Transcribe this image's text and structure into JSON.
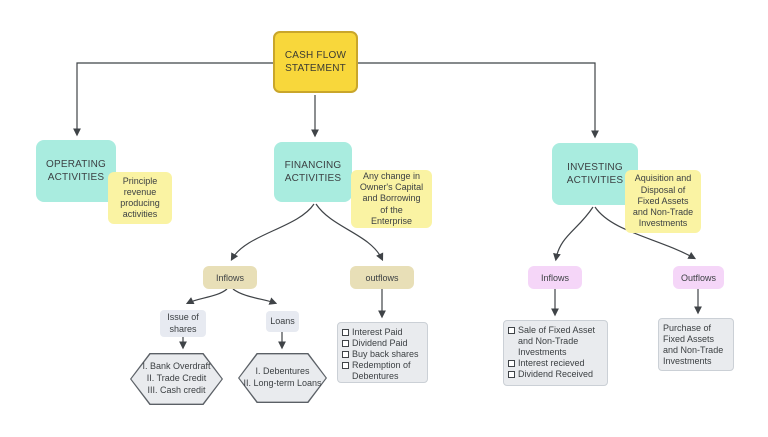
{
  "root": {
    "label": "CASH FLOW\nSTATEMENT"
  },
  "operating": {
    "label": "OPERATING\nACTIVITIES",
    "note": "Principle\nrevenue\nproducing\nactivities"
  },
  "financing": {
    "label": "FINANCING\nACTIVITIES",
    "note": "Any change in\nOwner's Capital\nand Borrowing\nof the\nEnterprise",
    "inflows": {
      "label": "Inflows",
      "issue_of_shares": {
        "label": "Issue of\nshares",
        "detail": "I. Bank Overdraft\nII. Trade Credit\nIII. Cash credit"
      },
      "loans": {
        "label": "Loans",
        "detail": "I.  Debentures\nII. Long-term Loans"
      }
    },
    "outflows": {
      "label": "outflows",
      "items": [
        "Interest Paid",
        "Dividend Paid",
        "Buy back shares",
        "Redemption of\nDebentures"
      ]
    }
  },
  "investing": {
    "label": "INVESTING\nACTIVITIES",
    "note": "Aquisition and\nDisposal of\nFixed Assets\nand Non-Trade\nInvestments",
    "inflows": {
      "label": "Inflows",
      "items": [
        "Sale of Fixed Asset\nand Non-Trade\nInvestments",
        "Interest recieved",
        "Dividend Received"
      ]
    },
    "outflows": {
      "label": "Outflows",
      "detail": "Purchase of\nFixed Assets\nand Non-Trade\nInvestments"
    }
  },
  "colors": {
    "node_yellow": "#F8D73B",
    "node_yellow_border": "#C9A62B",
    "teal": "#A9ECDF",
    "note_yellow": "#FAF3A3",
    "tan": "#E8DFB7",
    "pink": "#F5D6F8",
    "gray_fill": "#E9EBEE",
    "gray_border": "#CBD0D6",
    "hex_border": "#5B6066",
    "line": "#3F4347"
  }
}
